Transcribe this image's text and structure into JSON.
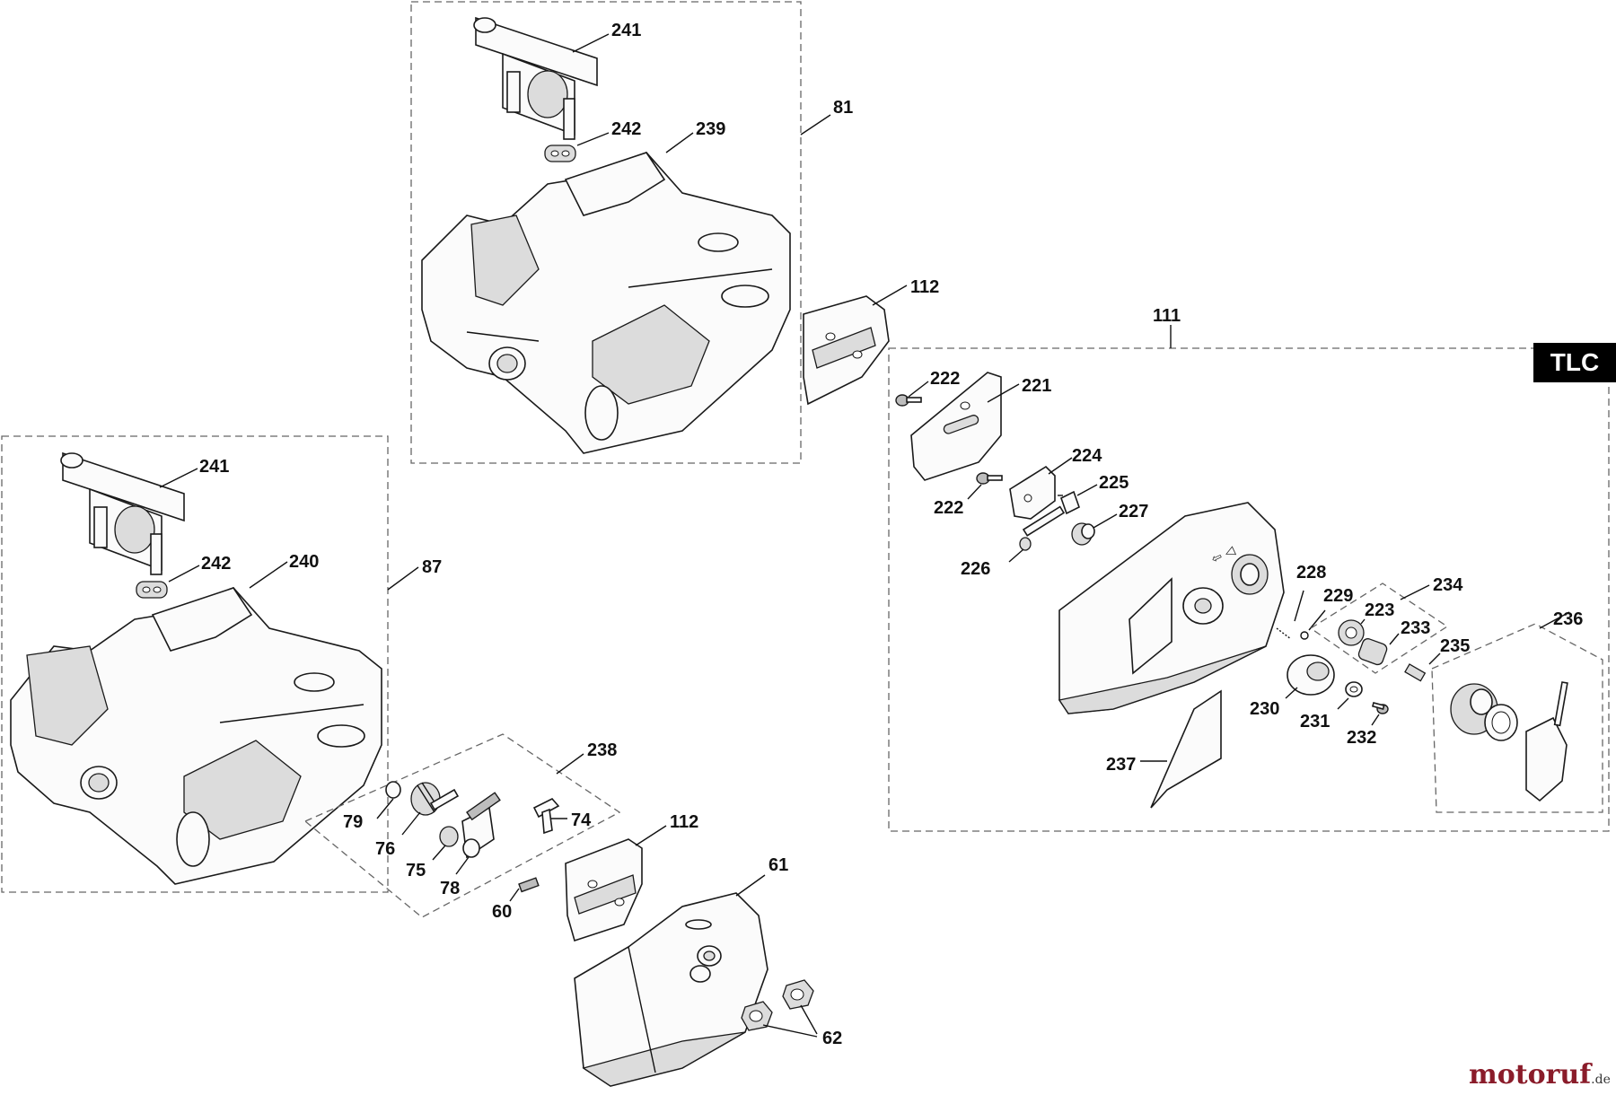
{
  "badge": "TLC",
  "watermark": {
    "brand": "motoruf",
    "suffix": ".de"
  },
  "colors": {
    "badge_bg": "#000000",
    "watermark": "#8a1c2a"
  },
  "labels": {
    "g81": "81",
    "g87": "87",
    "g111": "111",
    "p241a": "241",
    "p242a": "242",
    "p239": "239",
    "p241b": "241",
    "p242b": "242",
    "p240": "240",
    "p112a": "112",
    "p112b": "112",
    "p221": "221",
    "p222a": "222",
    "p222b": "222",
    "p224": "224",
    "p225": "225",
    "p226": "226",
    "p227": "227",
    "p228": "228",
    "p229": "229",
    "p223": "223",
    "p233": "233",
    "p234": "234",
    "p235": "235",
    "p236": "236",
    "p230": "230",
    "p231": "231",
    "p232": "232",
    "p237": "237",
    "p238": "238",
    "p79": "79",
    "p74": "74",
    "p76": "76",
    "p75": "75",
    "p78": "78",
    "p60": "60",
    "p61": "61",
    "p62": "62"
  }
}
